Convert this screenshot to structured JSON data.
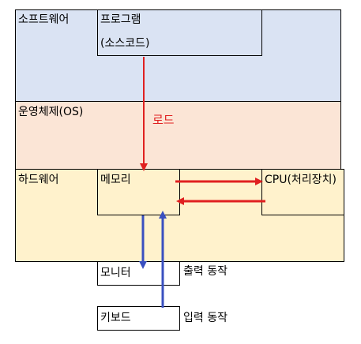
{
  "layers": {
    "software": {
      "label": "소프트웨어",
      "fill": "#dae3f3"
    },
    "os": {
      "label": "운영체제(OS)",
      "fill": "#fbe5d6"
    },
    "hardware": {
      "label": "하드웨어",
      "fill": "#fff2cc"
    }
  },
  "program": {
    "line1": "프로그램",
    "line2": "(소스코드)"
  },
  "load": {
    "label": "로드",
    "color": "#e02020"
  },
  "memory": {
    "label": "메모리"
  },
  "cpu": {
    "label": "CPU(처리장치)"
  },
  "monitor": {
    "label": "모니터",
    "action": "출력 동작"
  },
  "keyboard": {
    "label": "키보드",
    "action": "입력 동작"
  },
  "colors": {
    "red_arrow": "#e02020",
    "blue_arrow": "#3a50c0"
  }
}
